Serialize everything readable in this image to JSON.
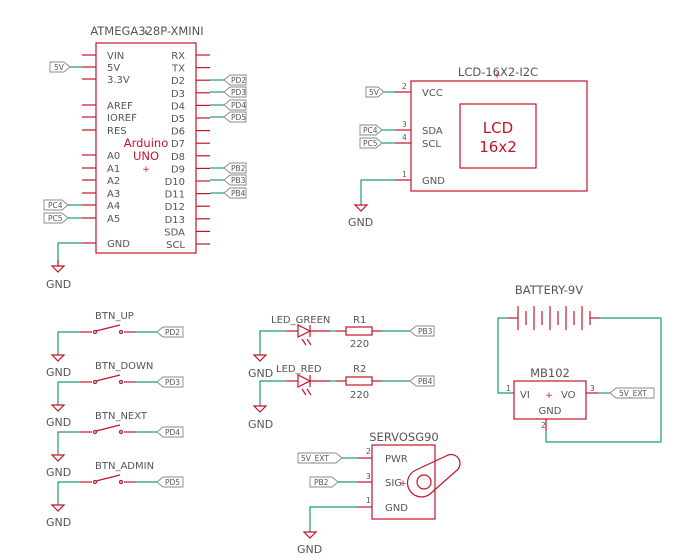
{
  "arduino": {
    "title": "ATMEGA328P-XMINI",
    "left_pins": [
      "VIN",
      "5V",
      "3.3V",
      "AREF",
      "IOREF",
      "RES",
      "A0",
      "A1",
      "A2",
      "A3",
      "A4",
      "A5",
      "GND"
    ],
    "right_pins": [
      "RX",
      "TX",
      "D2",
      "D3",
      "D4",
      "D5",
      "D6",
      "D7",
      "D8",
      "D9",
      "D10",
      "D11",
      "D12",
      "D13",
      "SDA",
      "SCL"
    ],
    "center_text": [
      "Arduino",
      "UNO"
    ],
    "tags": {
      "v5": "5V",
      "pc4": "PC4",
      "pc5": "PC5",
      "pd2": "PD2",
      "pd3": "PD3",
      "pd4": "PD4",
      "pd5": "PD5",
      "pb2": "PB2",
      "pb3": "PB3",
      "pb4": "PB4"
    },
    "gnd": "GND"
  },
  "lcd": {
    "title": "LCD-16X2-I2C",
    "pins": [
      "VCC",
      "SDA",
      "SCL",
      "GND"
    ],
    "pin_numbers": [
      "2",
      "3",
      "4",
      "1"
    ],
    "display_text": [
      "LCD",
      "16x2"
    ],
    "tags": {
      "v5": "5V",
      "pc4": "PC4",
      "pc5": "PC5"
    },
    "gnd": "GND"
  },
  "buttons": [
    {
      "name": "BTN_UP",
      "net": "PD2",
      "gnd": "GND"
    },
    {
      "name": "BTN_DOWN",
      "net": "PD3",
      "gnd": "GND"
    },
    {
      "name": "BTN_NEXT",
      "net": "PD4",
      "gnd": "GND"
    },
    {
      "name": "BTN_ADMIN",
      "net": "PD5",
      "gnd": "GND"
    }
  ],
  "leds": [
    {
      "name": "LED_GREEN",
      "resistor": "R1",
      "value": "220",
      "net": "PB3",
      "gnd": "GND"
    },
    {
      "name": "LED_RED",
      "resistor": "R2",
      "value": "220",
      "net": "PB4",
      "gnd": "GND"
    }
  ],
  "battery": {
    "label": "BATTERY-9V"
  },
  "regulator": {
    "label": "MB102",
    "vi": "VI",
    "vo": "VO",
    "gnd": "GND",
    "pin_vi": "1",
    "pin_vo": "3",
    "pin_gnd": "2",
    "tag": "5V_EXT"
  },
  "servo": {
    "label": "SERVOSG90",
    "pins": [
      "PWR",
      "SIG",
      "GND"
    ],
    "pin_numbers": [
      "2",
      "3",
      "1"
    ],
    "tags": {
      "pwr": "5V_EXT",
      "sig": "PB2"
    },
    "gnd": "GND"
  },
  "colors": {
    "part": "#c0142b",
    "wire": "#1c9c72",
    "text": "#555555"
  }
}
